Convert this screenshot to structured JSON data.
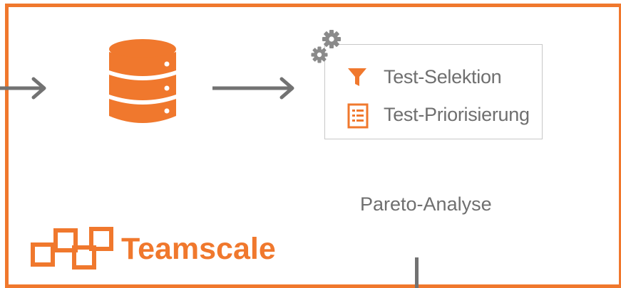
{
  "panel": {
    "items": [
      {
        "label": "Test-Selektion",
        "icon": "funnel-icon"
      },
      {
        "label": "Test-Priorisierung",
        "icon": "checklist-icon"
      }
    ],
    "corner_icon": "gears-icon"
  },
  "caption": "Pareto-Analyse",
  "brand": {
    "name": "Teamscale",
    "logo": "teamscale-logo-icon"
  },
  "center_icon": "database-icon",
  "colors": {
    "accent": "#f0782d",
    "arrow": "#727272",
    "text": "#6f6f6f",
    "panel_border": "#c8c8c8",
    "gear": "#8a8a8a"
  }
}
